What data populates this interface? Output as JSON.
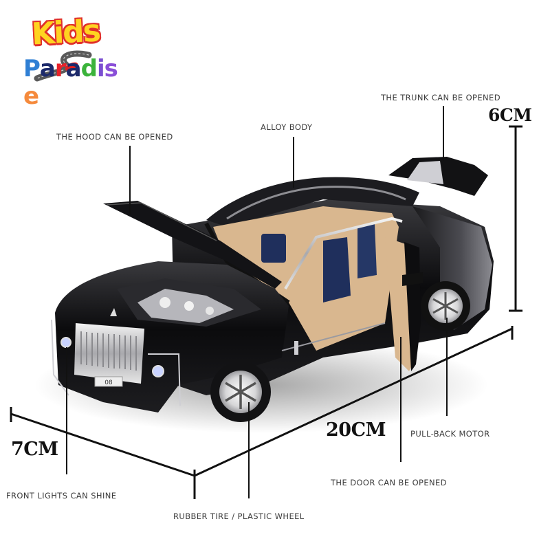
{
  "logo": {
    "line1": "Kids",
    "line2_letters": [
      {
        "ch": "P",
        "color": "#2f7fd4"
      },
      {
        "ch": "a",
        "color": "#1d2a6b"
      },
      {
        "ch": "r",
        "color": "#e8222a"
      },
      {
        "ch": "a",
        "color": "#1d2a6b"
      },
      {
        "ch": "d",
        "color": "#3bb33b"
      },
      {
        "ch": "i",
        "color": "#7b4fd1"
      },
      {
        "ch": "s",
        "color": "#8a4fd8"
      },
      {
        "ch": "e",
        "color": "#f58a3c"
      }
    ],
    "kids_color": "#ffd320",
    "kids_outline": "#e0302a"
  },
  "callouts": {
    "hood": "THE HOOD CAN BE OPENED",
    "alloy_body": "ALLOY BODY",
    "trunk": "THE TRUNK CAN BE OPENED",
    "front_lights": "FRONT LIGHTS CAN SHINE",
    "tire": "RUBBER TIRE / PLASTIC WHEEL",
    "door": "THE DOOR CAN BE OPENED",
    "motor": "PULL-BACK MOTOR"
  },
  "dimensions": {
    "height": "6CM",
    "length": "20CM",
    "width": "7CM"
  },
  "car": {
    "plate": "08",
    "body_color": "#0d0d0f",
    "interior_color": "#d9b78f",
    "seat_insert_color": "#1f2f5c",
    "chrome_color": "#d8d8d8"
  }
}
